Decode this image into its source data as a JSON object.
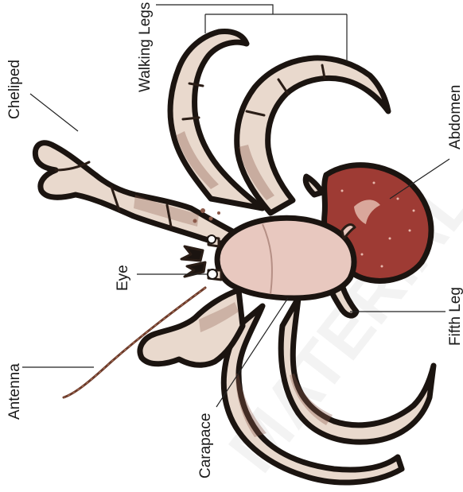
{
  "labels": {
    "walking_legs": "Walking Legs",
    "abdomen": "Abdomen",
    "cheliped": "Cheliped",
    "eye": "Eye",
    "fifth_leg": "Fifth Leg",
    "antenna": "Antenna",
    "carapace": "Carapace"
  },
  "watermark": "MATERIAL",
  "colors": {
    "leg_fill": "#e9d9cd",
    "leg_shade": "#8c5a4a",
    "carapace": "#e8c8bf",
    "abdomen": "#9e3b34",
    "outline": "#1b1410",
    "leader": "#222222"
  }
}
